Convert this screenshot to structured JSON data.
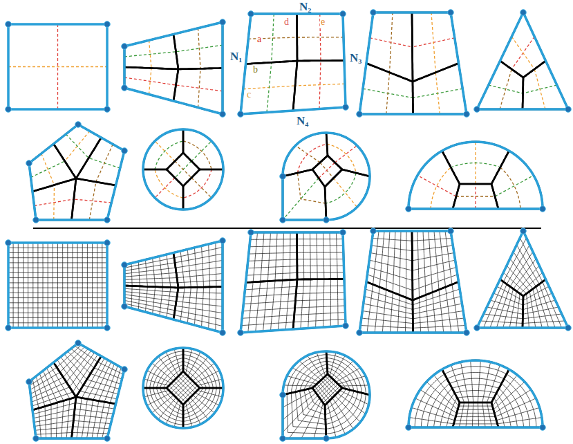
{
  "diagram": {
    "labels": [
      "N₂",
      "d",
      "e",
      "a",
      "N₁",
      "N₃",
      "b",
      "c",
      "N₄"
    ]
  }
}
